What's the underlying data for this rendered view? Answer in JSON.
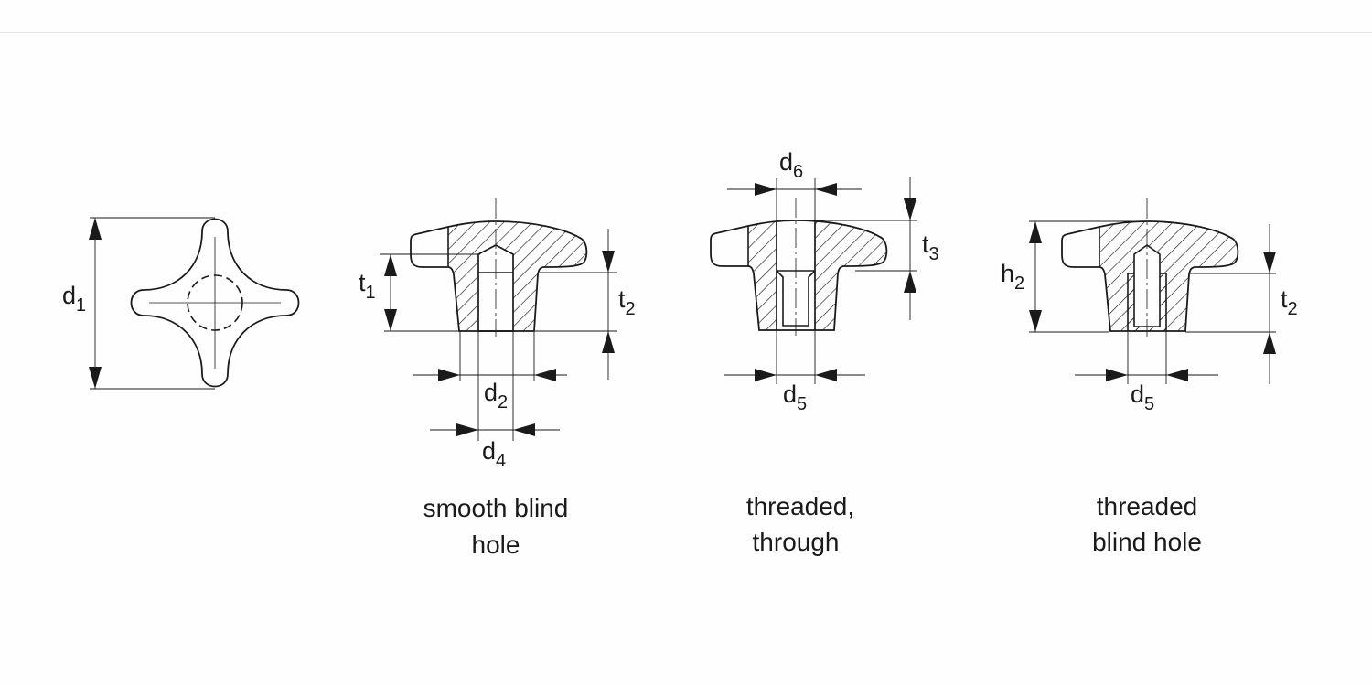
{
  "colors": {
    "ink": "#1a1a1a",
    "background": "#fefefe",
    "divider": "#e6e6e6"
  },
  "views": [
    {
      "name": "top-view",
      "dimensions": [
        {
          "main": "d",
          "sub": "1"
        }
      ]
    },
    {
      "name": "smooth-blind-hole",
      "caption": [
        "smooth blind",
        "hole"
      ],
      "dimensions": [
        {
          "main": "t",
          "sub": "1"
        },
        {
          "main": "t",
          "sub": "2"
        },
        {
          "main": "d",
          "sub": "2"
        },
        {
          "main": "d",
          "sub": "4"
        }
      ]
    },
    {
      "name": "threaded-through",
      "caption": [
        "threaded,",
        "through"
      ],
      "dimensions": [
        {
          "main": "d",
          "sub": "6"
        },
        {
          "main": "t",
          "sub": "3"
        },
        {
          "main": "d",
          "sub": "5"
        }
      ]
    },
    {
      "name": "threaded-blind-hole",
      "caption": [
        "threaded",
        "blind hole"
      ],
      "dimensions": [
        {
          "main": "h",
          "sub": "2"
        },
        {
          "main": "t",
          "sub": "2"
        },
        {
          "main": "d",
          "sub": "5"
        }
      ]
    }
  ]
}
